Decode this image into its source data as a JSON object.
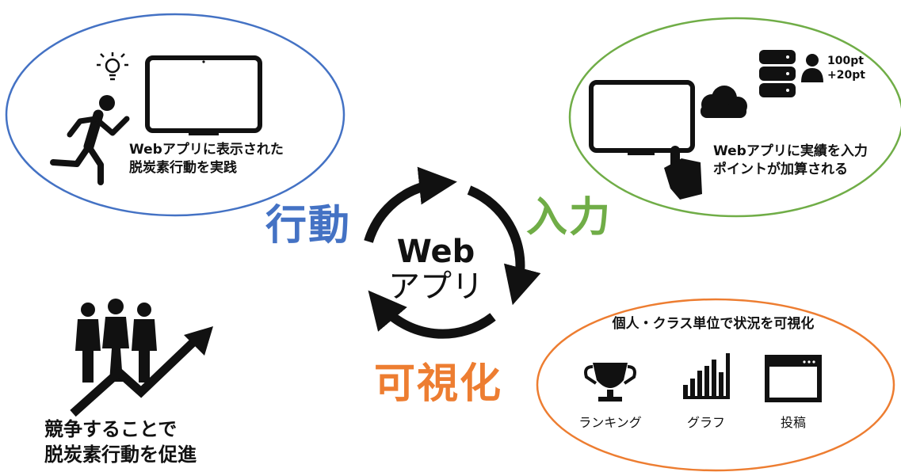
{
  "center": {
    "line1": "Web",
    "line2": "アプリ"
  },
  "stages": {
    "action": {
      "label": "行動",
      "color": "#4472C4"
    },
    "input": {
      "label": "入力",
      "color": "#70AD47"
    },
    "visualize": {
      "label": "可視化",
      "color": "#ED7D31"
    }
  },
  "action_bubble": {
    "line1": "Webアプリに表示された",
    "line2": "脱炭素行動を実践"
  },
  "input_bubble": {
    "line1": "Webアプリに実績を入力",
    "line2": "ポイントが加算される",
    "points": [
      "100pt",
      "+20pt"
    ]
  },
  "visualize_bubble": {
    "title": "個人・クラス単位で状況を可視化",
    "items": [
      {
        "icon": "trophy-icon",
        "label": "ランキング"
      },
      {
        "icon": "bar-chart-icon",
        "label": "グラフ"
      },
      {
        "icon": "browser-window-icon",
        "label": "投稿"
      }
    ]
  },
  "competition": {
    "line1": "競争することで",
    "line2": "脱炭素行動を促進"
  }
}
